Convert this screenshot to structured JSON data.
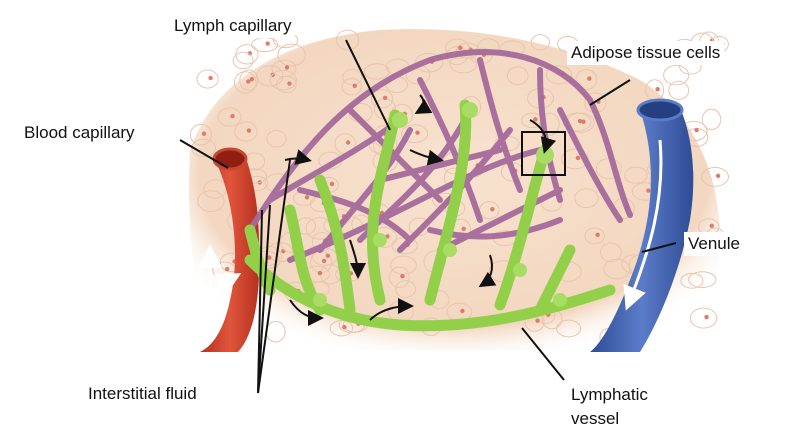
{
  "labels": {
    "lymph_capillary": "Lymph capillary",
    "adipose": "Adipose tissue cells",
    "blood_capillary": "Blood capillary",
    "venule": "Venule",
    "interstitial": "Interstitial fluid",
    "lymphatic_line1": "Lymphatic",
    "lymphatic_line2": "vessel"
  },
  "colors": {
    "tissue": "#f6dcc7",
    "cell_nucleus": "#e07a6a",
    "arteriole": "#d0452f",
    "capillary_net": "#a56a9b",
    "venule": "#3f5fae",
    "lymph": "#92d04a",
    "leader": "#111111"
  }
}
